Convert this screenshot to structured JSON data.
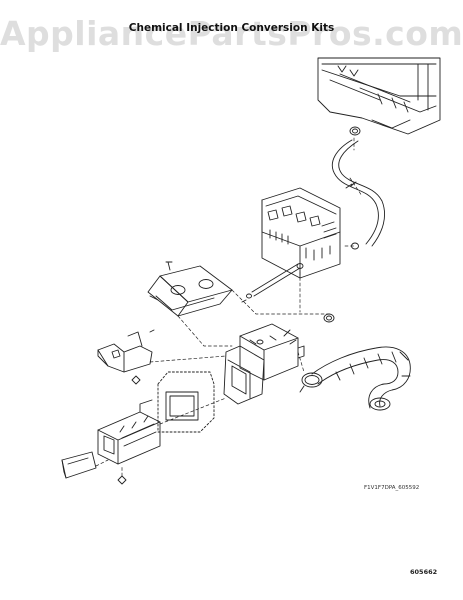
{
  "watermark": "AppliancePartsPros.com",
  "title": "Chemical Injection Conversion Kits",
  "ref_code": "F1V1F7DPA_605592",
  "page_number": "605662",
  "colors": {
    "line": "#222222",
    "watermark": "#dedede",
    "background": "#ffffff"
  }
}
